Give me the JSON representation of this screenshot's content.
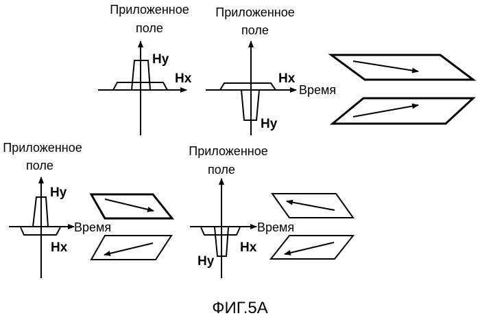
{
  "figure": {
    "caption": "ФИГ.5А",
    "panels": [
      {
        "title_line1": "Приложенное",
        "title_line2": "поле",
        "hy": "Hy",
        "hx": "Hx"
      },
      {
        "title_line1": "Приложенное",
        "title_line2": "поле",
        "hy": "Hy",
        "hx": "Hx",
        "time": "Время"
      },
      {
        "title_line1": "Приложенное",
        "title_line2": "поле",
        "hy": "Hy",
        "hx": "Hx",
        "time": "Время"
      },
      {
        "title_line1": "Приложенное",
        "title_line2": "поле",
        "hy": "Hy",
        "hx": "Hx",
        "time": "Время"
      }
    ]
  }
}
